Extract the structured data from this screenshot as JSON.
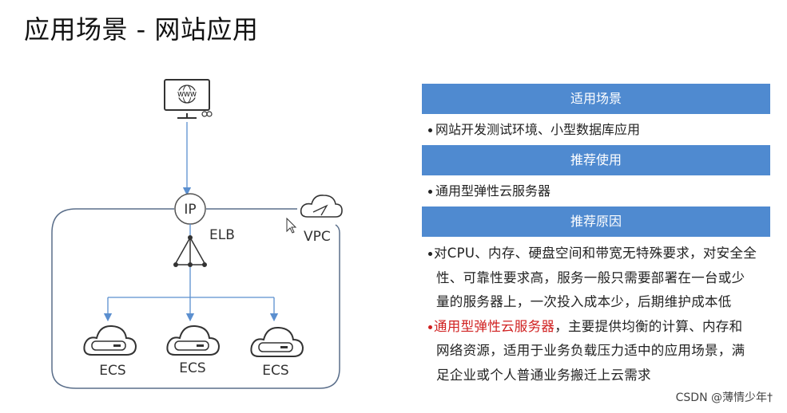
{
  "page": {
    "title": "应用场景 - 网站应用"
  },
  "diagram": {
    "computer_label": "WWW",
    "ip_label": "IP",
    "elb_label": "ELB",
    "vpc_label": "VPC",
    "ecs_labels": [
      "ECS",
      "ECS",
      "ECS"
    ],
    "colors": {
      "line": "#5b8fcf",
      "box": "#5a6e8a",
      "icon": "#333333"
    }
  },
  "panel": {
    "sections": [
      {
        "header": "适用场景",
        "bullets": [
          "网站开发测试环境、小型数据库应用"
        ]
      },
      {
        "header": "推荐使用",
        "bullets": [
          "通用型弹性云服务器"
        ]
      },
      {
        "header": "推荐原因"
      }
    ],
    "reason1_lines": [
      "对CPU、内存、硬盘空间和带宽无特殊要求，对安全全",
      "性、可靠性要求高，服务一般只需要部署在一台或少",
      "量的服务器上，一次投入成本少，后期维护成本低"
    ],
    "reason2_highlight": "通用型弹性云服务器",
    "reason2_rest": "，主要提供均衡的计算、内存和",
    "reason2_lines": [
      "网络资源，适用于业务负载压力适中的应用场景，满",
      "足企业或个人普通业务搬迁上云需求"
    ],
    "colors": {
      "header_bg": "#4f8ad0",
      "highlight": "#d02020"
    }
  },
  "watermark": "CSDN @薄情少年†"
}
